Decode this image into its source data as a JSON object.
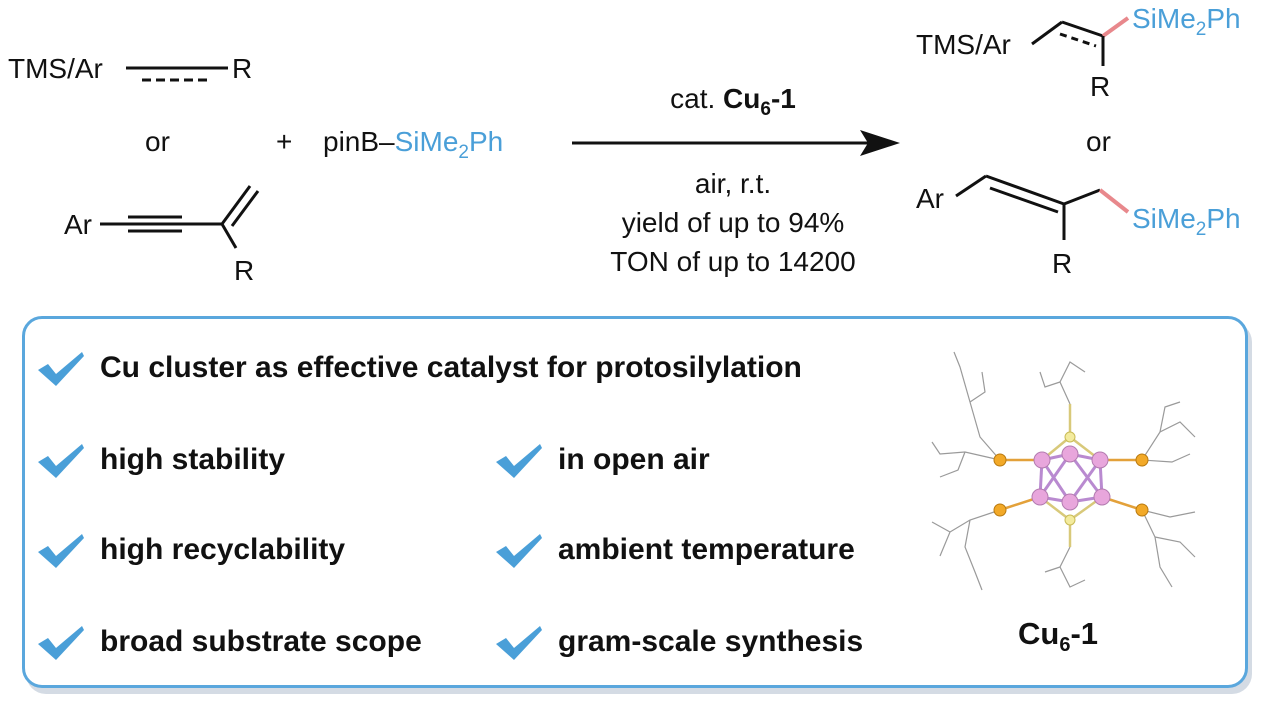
{
  "reaction": {
    "reactant1_prefix": "TMS/Ar",
    "reactant1_r": "R",
    "or_left": "or",
    "reactant2_ar": "Ar",
    "reactant2_r": "R",
    "plus": "+",
    "reagent_prefix": "pinB–",
    "reagent_si": "SiMe",
    "reagent_si_sub": "2",
    "reagent_ph": "Ph",
    "catalyst_prefix": "cat. ",
    "catalyst_name": "Cu",
    "catalyst_sub": "6",
    "catalyst_suffix": "-1",
    "condition1": "air, r.t.",
    "condition2": "yield of up to 94%",
    "condition3": "TON of up to 14200",
    "product1_prefix": "TMS/Ar",
    "product1_si": "SiMe",
    "product1_si_sub": "2",
    "product1_ph": "Ph",
    "product1_r": "R",
    "or_right": "or",
    "product2_ar": "Ar",
    "product2_si": "SiMe",
    "product2_si_sub": "2",
    "product2_ph": "Ph",
    "product2_r": "R"
  },
  "features": [
    "Cu cluster as effective catalyst for protosilylation",
    "high stability",
    "in open air",
    "high recyclability",
    "ambient temperature",
    "broad substrate scope",
    "gram-scale synthesis"
  ],
  "cluster_caption": {
    "name": "Cu",
    "sub": "6",
    "suffix": "-1"
  },
  "colors": {
    "silyl_text": "#4a9fd8",
    "new_bond": "#e8888c",
    "panel_border": "#5aa7dd",
    "checkmark": "#4a9fd8",
    "cu_atom": "#e8a6dc",
    "p_atom": "#f2a928",
    "s_atom": "#f3eb9e"
  }
}
